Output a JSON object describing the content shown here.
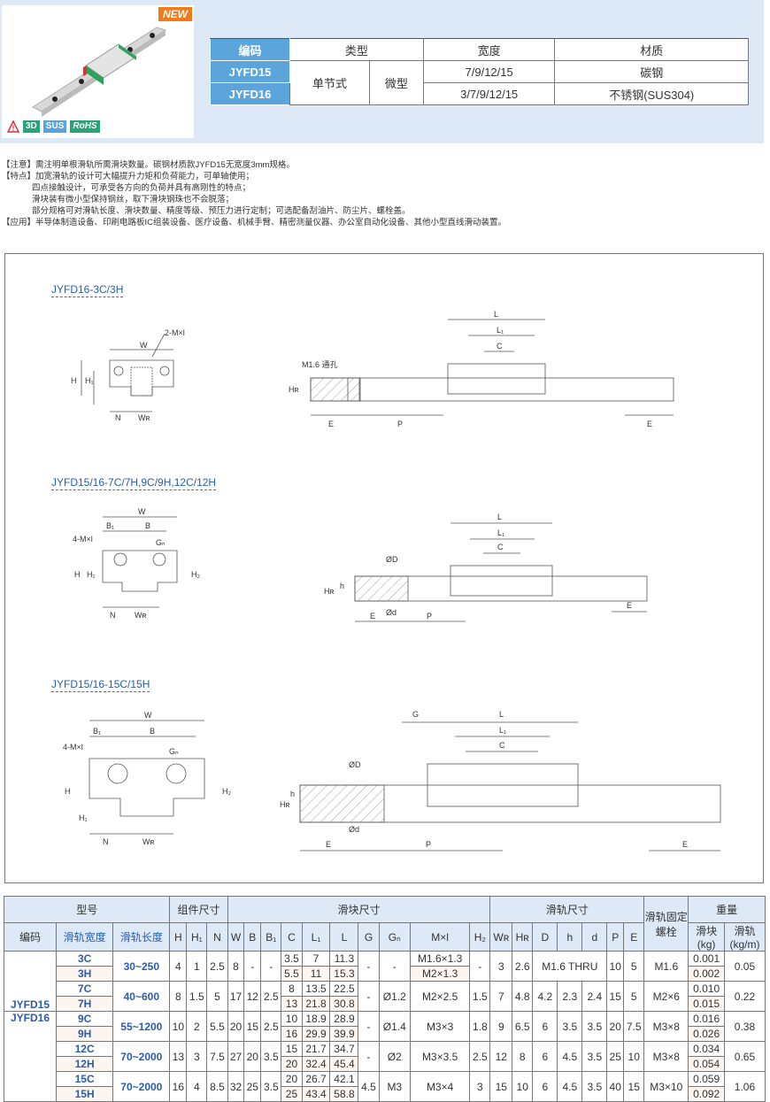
{
  "product": {
    "new_badge": "NEW",
    "badges": [
      "3D",
      "SUS",
      "RoHS"
    ],
    "warning_icon": "warning-triangle-icon"
  },
  "type_table": {
    "headers": [
      "编码",
      "类型",
      "宽度",
      "材质"
    ],
    "rows": [
      {
        "code": "JYFD15",
        "type1": "单节式",
        "type2": "微型",
        "width": "7/9/12/15",
        "material": "碳钢"
      },
      {
        "code": "JYFD16",
        "width": "3/7/9/12/15",
        "material": "不锈钢(SUS304)"
      }
    ]
  },
  "notes": {
    "line1": "【注意】需注明单根滑轨所需滑块数量。碳钢材质款JYFD15无宽度3mm规格。",
    "line2": "【特点】加宽滑轨的设计可大幅提升力矩和负荷能力，可单轴使用；",
    "line3": "四点接触设计，可承受各方向的负荷并具有高刚性的特点；",
    "line4": "滑块装有微小型保持钢丝，取下滑块钢珠也不会脱落；",
    "line5": "部分规格可对滑轨长度、滑块数量、精度等级、预压力进行定制；可选配备刮油片、防尘片、螺栓盖。",
    "line6": "【应用】半导体制造设备、印刷电路板IC组装设备、医疗设备、机械手臂、精密测量仪器、办公室自动化设备、其他小型直线滑动装置。"
  },
  "drawings": {
    "fig1_title": "JYFD16-3C/3H",
    "fig2_title": "JYFD15/16-7C/7H,9C/9H,12C/12H",
    "fig3_title": "JYFD15/16-15C/15H",
    "labels": {
      "W": "W",
      "H": "H",
      "H1": "H₁",
      "H2": "H₂",
      "N": "N",
      "WR": "Wʀ",
      "HR": "Hʀ",
      "B": "B",
      "B1": "B₁",
      "Gn": "Gₙ",
      "L": "L",
      "L1": "L₁",
      "C": "C",
      "P": "P",
      "E": "E",
      "G": "G",
      "D": "ØD",
      "d": "Ød",
      "h": "h",
      "MxL2": "2-M×l",
      "MxL4": "4-M×l",
      "through": "M1.6 通孔"
    }
  },
  "spec_table": {
    "group_headers": {
      "model": "型号",
      "assembly": "组件尺寸",
      "block": "滑块尺寸",
      "rail": "滑轨尺寸",
      "bolt": "滑轨固定螺栓",
      "weight": "重量"
    },
    "sub_headers": {
      "code": "编码",
      "rail_width": "滑轨宽度",
      "rail_length": "滑轨长度",
      "H": "H",
      "H1": "H₁",
      "N": "N",
      "W": "W",
      "B": "B",
      "B1": "B₁",
      "C": "C",
      "L1": "L₁",
      "L": "L",
      "G": "G",
      "Gn": "Gₙ",
      "Mxl": "M×l",
      "H2": "H₂",
      "WR": "Wʀ",
      "HR": "Hʀ",
      "D": "D",
      "h": "h",
      "d": "d",
      "P": "P",
      "E": "E",
      "block_w": "滑块",
      "block_unit": "(kg)",
      "rail_w": "滑轨",
      "rail_unit": "(kg/m)"
    },
    "codes": [
      "JYFD15",
      "JYFD16"
    ],
    "groups": [
      {
        "len": "30~250",
        "H": "4",
        "H1": "1",
        "N": "2.5",
        "W": "8",
        "B": "-",
        "B1": "-",
        "G": "-",
        "Gn": "-",
        "H2": "-",
        "WR": "3",
        "HR": "2.6",
        "DhD": "M1.6 THRU",
        "P": "10",
        "E": "5",
        "bolt": "M1.6",
        "rail_w": "0.05",
        "rows": [
          {
            "size": "3C",
            "C": "3.5",
            "L1": "7",
            "L": "11.3",
            "Mxl": "M1.6×1.3",
            "block_w": "0.001"
          },
          {
            "size": "3H",
            "C": "5.5",
            "L1": "11",
            "L": "15.3",
            "Mxl": "M2×1.3",
            "block_w": "0.002"
          }
        ]
      },
      {
        "len": "40~600",
        "H": "8",
        "H1": "1.5",
        "N": "5",
        "W": "17",
        "B": "12",
        "B1": "2.5",
        "G": "-",
        "Gn": "Ø1.2",
        "Mxl": "M2×2.5",
        "H2": "1.5",
        "WR": "7",
        "HR": "4.8",
        "D": "4.2",
        "h": "2.3",
        "d": "2.4",
        "P": "15",
        "E": "5",
        "bolt": "M2×6",
        "rail_w": "0.22",
        "rows": [
          {
            "size": "7C",
            "C": "8",
            "L1": "13.5",
            "L": "22.5",
            "block_w": "0.010"
          },
          {
            "size": "7H",
            "C": "13",
            "L1": "21.8",
            "L": "30.8",
            "block_w": "0.015"
          }
        ]
      },
      {
        "len": "55~1200",
        "H": "10",
        "H1": "2",
        "N": "5.5",
        "W": "20",
        "B": "15",
        "B1": "2.5",
        "G": "-",
        "Gn": "Ø1.4",
        "Mxl": "M3×3",
        "H2": "1.8",
        "WR": "9",
        "HR": "6.5",
        "D": "6",
        "h": "3.5",
        "d": "3.5",
        "P": "20",
        "E": "7.5",
        "bolt": "M3×8",
        "rail_w": "0.38",
        "rows": [
          {
            "size": "9C",
            "C": "10",
            "L1": "18.9",
            "L": "28.9",
            "block_w": "0.016"
          },
          {
            "size": "9H",
            "C": "16",
            "L1": "29.9",
            "L": "39.9",
            "block_w": "0.026"
          }
        ]
      },
      {
        "len": "70~2000",
        "H": "13",
        "H1": "3",
        "N": "7.5",
        "W": "27",
        "B": "20",
        "B1": "3.5",
        "G": "-",
        "Gn": "Ø2",
        "Mxl": "M3×3.5",
        "H2": "2.5",
        "WR": "12",
        "HR": "8",
        "D": "6",
        "h": "4.5",
        "d": "3.5",
        "P": "25",
        "E": "10",
        "bolt": "M3×8",
        "rail_w": "0.65",
        "rows": [
          {
            "size": "12C",
            "C": "15",
            "L1": "21.7",
            "L": "34.7",
            "block_w": "0.034"
          },
          {
            "size": "12H",
            "C": "20",
            "L1": "32.4",
            "L": "45.4",
            "block_w": "0.054"
          }
        ]
      },
      {
        "len": "70~2000",
        "H": "16",
        "H1": "4",
        "N": "8.5",
        "W": "32",
        "B": "25",
        "B1": "3.5",
        "G": "4.5",
        "Gn": "M3",
        "Mxl": "M3×4",
        "H2": "3",
        "WR": "15",
        "HR": "10",
        "D": "6",
        "h": "4.5",
        "d": "3.5",
        "P": "40",
        "E": "15",
        "bolt": "M3×10",
        "rail_w": "1.06",
        "rows": [
          {
            "size": "15C",
            "C": "20",
            "L1": "26.7",
            "L": "42.1",
            "block_w": "0.059"
          },
          {
            "size": "15H",
            "C": "25",
            "L1": "43.4",
            "L": "58.8",
            "block_w": "0.092"
          }
        ]
      }
    ]
  }
}
